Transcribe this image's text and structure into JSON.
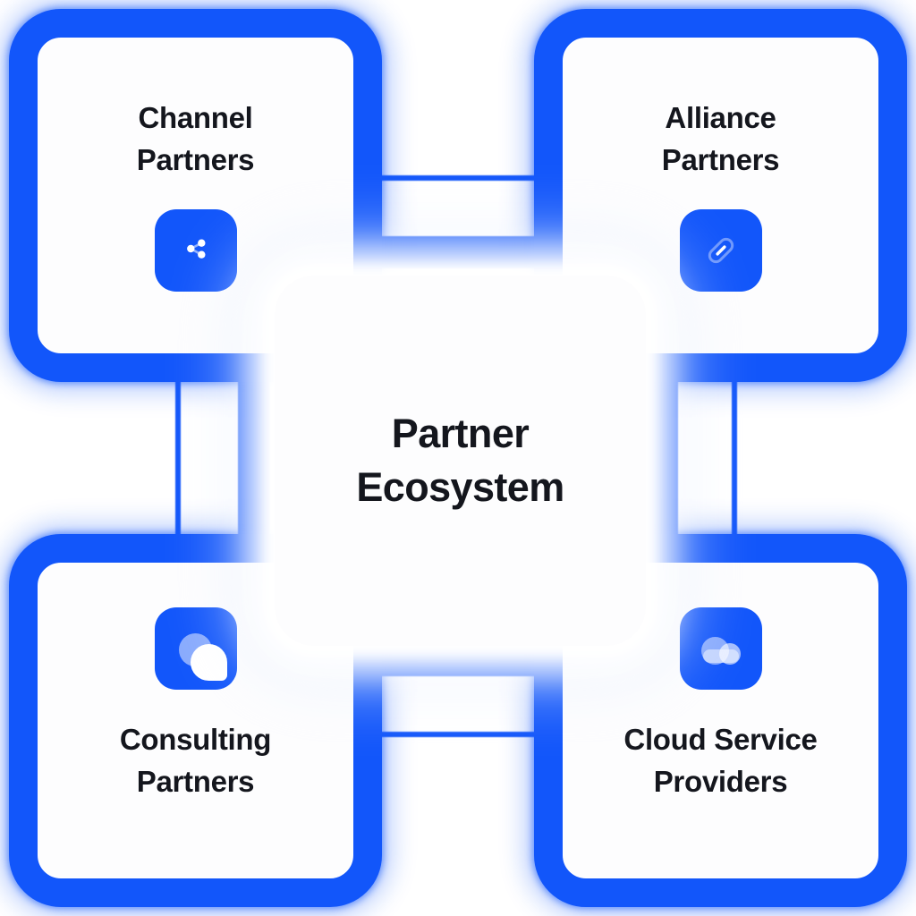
{
  "diagram": {
    "title": "Partner Ecosystem",
    "center": {
      "label_lines": [
        "Partner",
        "Ecosystem"
      ]
    },
    "nodes": [
      {
        "id": "channel-partners",
        "label_lines": [
          "Channel",
          "Partners"
        ],
        "icon": "share-icon",
        "position": "top-left"
      },
      {
        "id": "alliance-partners",
        "label_lines": [
          "Alliance",
          "Partners"
        ],
        "icon": "link-icon",
        "position": "top-right"
      },
      {
        "id": "consulting-partners",
        "label_lines": [
          "Consulting",
          "Partners"
        ],
        "icon": "chat-bubble-icon",
        "position": "bottom-left"
      },
      {
        "id": "cloud-service-providers",
        "label_lines": [
          "Cloud Service",
          "Providers"
        ],
        "icon": "cloud-icon",
        "position": "bottom-right"
      }
    ],
    "colors": {
      "accent": "#1256FA",
      "card_bg": "#FDFDFE",
      "text": "#14161D",
      "glyph_light": "rgba(255,255,255,0.5)"
    }
  }
}
